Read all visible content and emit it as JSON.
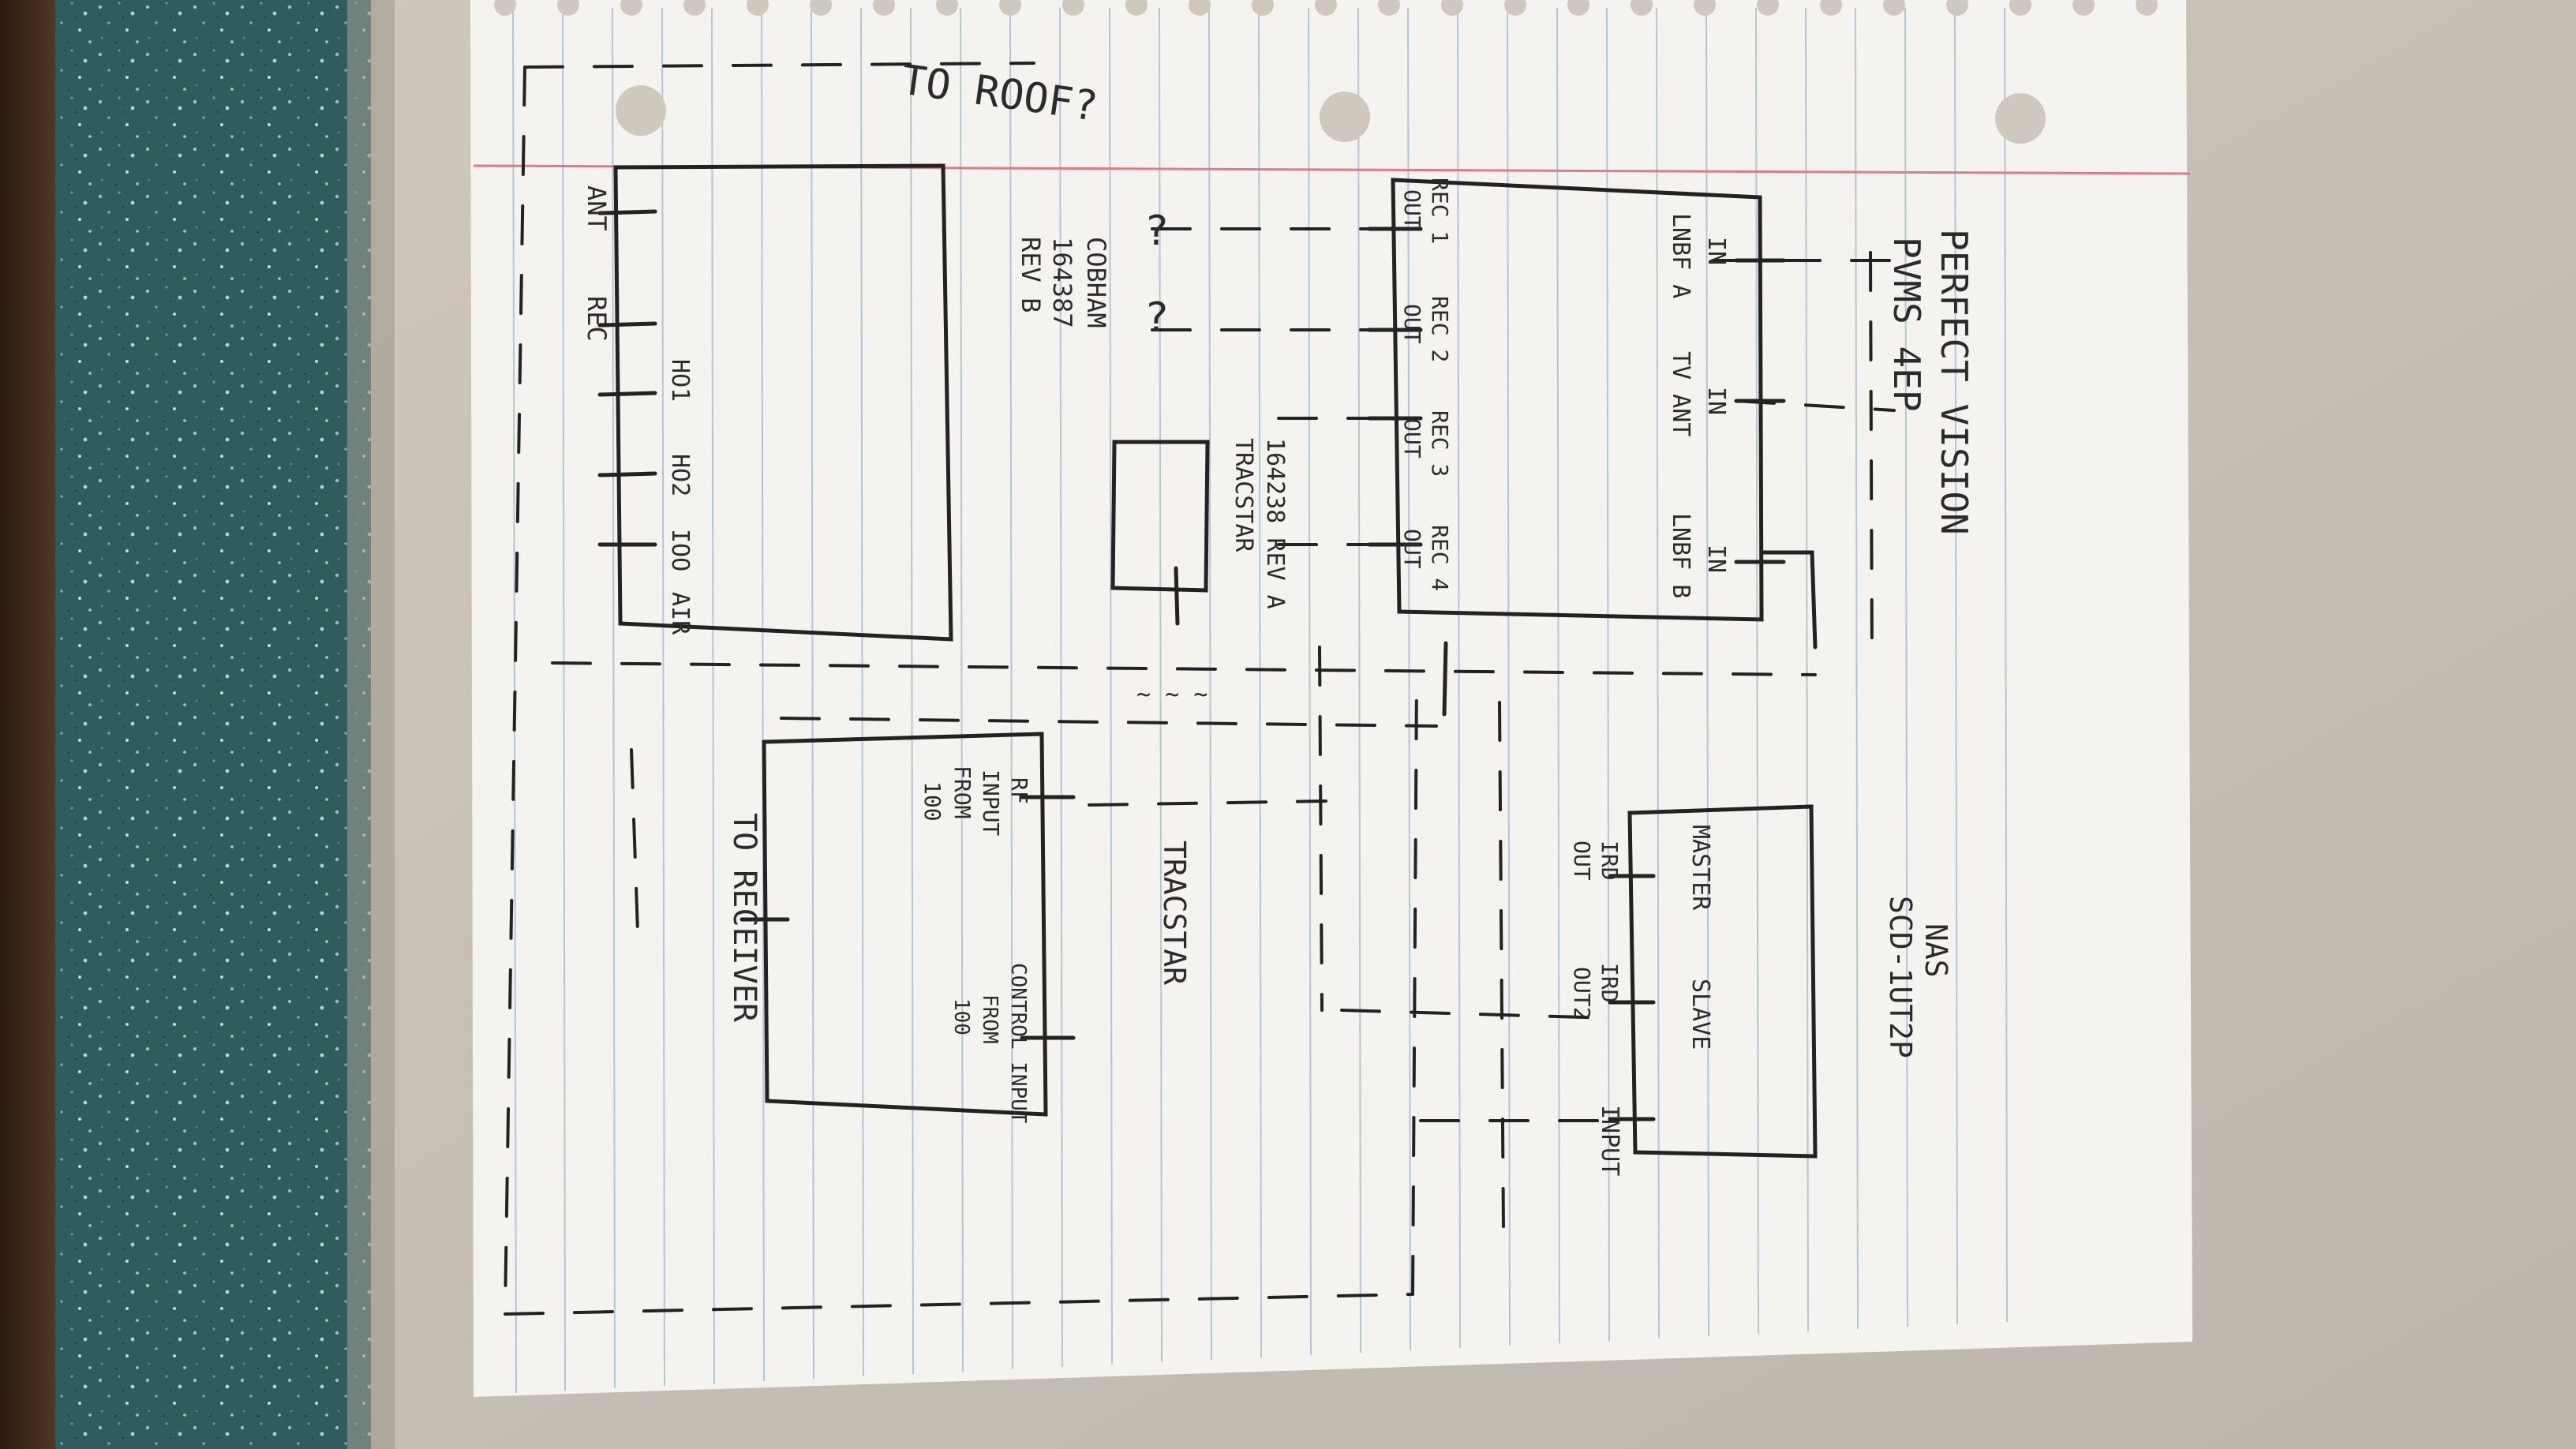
{
  "colors": {
    "counter": "#2f5d5d",
    "counter_edge": "#3a2418",
    "table": "#c9c2b8",
    "paper": "#f4f3f0",
    "rule_line": "#9fb7c7",
    "margin_line": "#e07a86",
    "ink": "#222222"
  },
  "labels": {
    "to_roof": "TO ROOF?",
    "pvms_title": "PERFECT VISION",
    "pvms_model": "PVMS 4EP",
    "in_lnbf_a": "IN",
    "lnbf_a": "LNBF A",
    "in_tv_ant": "IN",
    "tv_ant": "TV ANT",
    "in_lnbf_b": "IN",
    "lnbf_b": "LNBF B",
    "rec1": "REC 1",
    "rec1_out": "OUT",
    "rec2": "REC 2",
    "rec2_out": "OUT",
    "rec3": "REC 3",
    "rec3_out": "OUT",
    "rec4": "REC 4",
    "rec4_out": "OUT",
    "q1": "?",
    "q2": "?",
    "cobham": "COBHAM",
    "cobham_part": "164387",
    "cobham_rev": "REV B",
    "ant": "ANT",
    "rec": "REC",
    "ho1": "HO1",
    "ho2": "HO2",
    "ioo": "IOO",
    "air": "AIR",
    "tracstar_part": "164238 REV A",
    "tracstar_small": "TRACSTAR",
    "scribble": "~ ~ ~",
    "rf_input": "RF",
    "rf_input2": "INPUT",
    "rf_from": "FROM",
    "rf_100": "100",
    "control": "CONTROL INPUT",
    "control_from": "FROM",
    "control_100": "100",
    "tracstar_big": "TRACSTAR",
    "to_receiver": "TO RECEIVER",
    "nas": "NAS",
    "nas_model": "SCD-1UT2P",
    "master": "MASTER",
    "slave": "SLAVE",
    "irx_out1": "IRD",
    "irx_out1b": "OUT",
    "irx_out2": "IRD",
    "irx_out2b": "OUT2",
    "input": "INPUT"
  }
}
